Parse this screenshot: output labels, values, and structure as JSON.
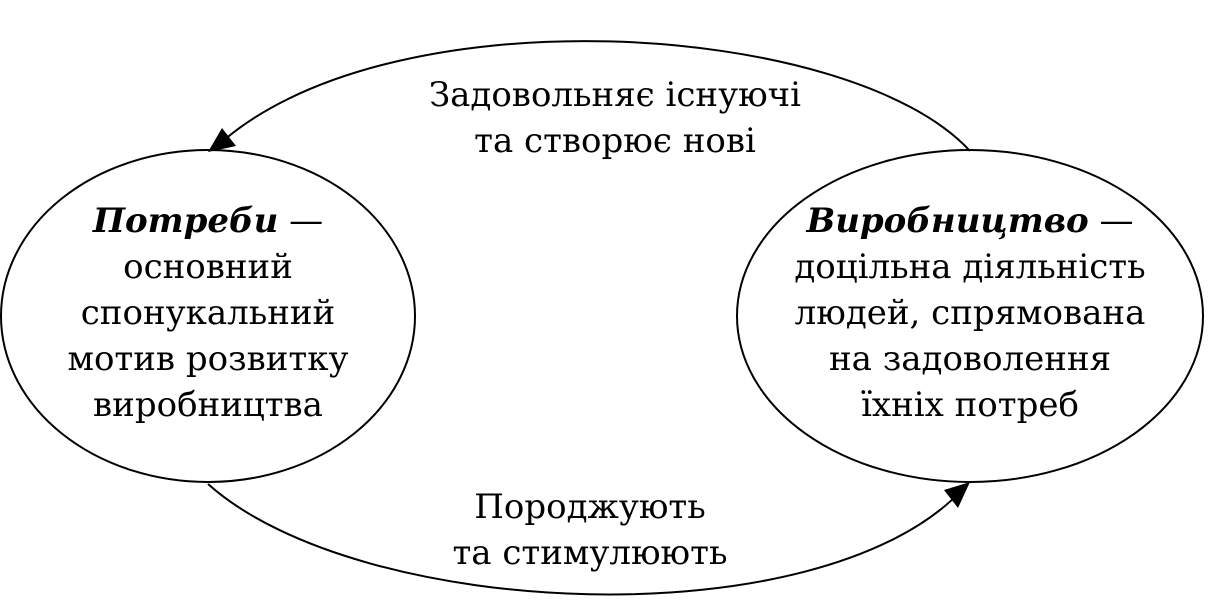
{
  "nodes": {
    "needs": {
      "title": "Потреби",
      "dash": " —",
      "lines": [
        "основний",
        "спонукальний",
        "мотив розвитку",
        "виробництва"
      ]
    },
    "production": {
      "title": "Виробництво",
      "dash": " —",
      "lines": [
        "доцільна діяльність",
        "людей, спрямована",
        "на задоволення",
        "їхніх потреб"
      ]
    }
  },
  "edges": {
    "top": {
      "lines": [
        "Задовольняє існуючі",
        "та створює нові"
      ]
    },
    "bottom": {
      "lines": [
        "Породжують",
        "та стимулюють"
      ]
    }
  },
  "colors": {
    "stroke": "#000000",
    "text": "#000000",
    "background": "#ffffff"
  }
}
